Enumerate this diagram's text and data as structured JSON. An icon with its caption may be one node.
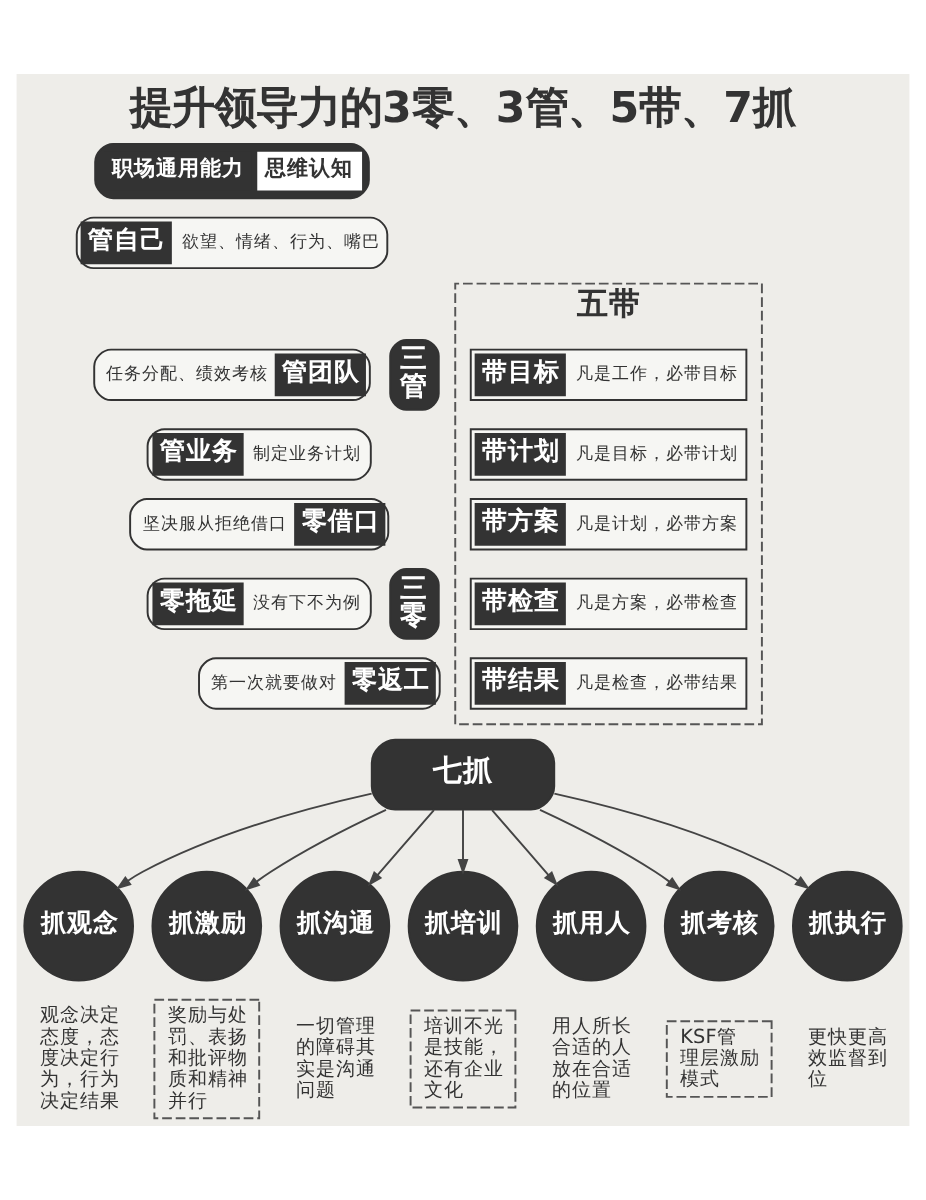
{
  "diagram": {
    "title": "提升领导力的3零、3管、5带、7抓",
    "nodes": [
      {
        "text": [
          "职场通用能力",
          "思维认知"
        ]
      },
      {
        "text": [
          "管自己",
          "欲望、情绪、行为、嘴巴"
        ]
      },
      {
        "text": [
          "任务分配、绩效考核",
          "管团队"
        ]
      },
      {
        "text": [
          "管业务",
          "制定业务计划"
        ]
      },
      {
        "text": [
          "坚决服从拒绝借口",
          "零借口"
        ]
      },
      {
        "text": [
          "零拖延",
          "没有下不为例"
        ]
      },
      {
        "text": [
          "第一次就要做对",
          "零返工"
        ]
      },
      {
        "text": [
          "三管"
        ]
      },
      {
        "text": [
          "三零"
        ]
      },
      {
        "text": [
          "五带"
        ]
      },
      {
        "text": [
          "带目标",
          "凡是工作，必带目标"
        ],
        "in": 9
      },
      {
        "text": [
          "带计划",
          "凡是目标，必带计划"
        ],
        "in": 9
      },
      {
        "text": [
          "带方案",
          "凡是计划，必带方案"
        ],
        "in": 9
      },
      {
        "text": [
          "带检查",
          "凡是方案，必带检查"
        ],
        "in": 9
      },
      {
        "text": [
          "带结果",
          "凡是检查，必带结果"
        ],
        "in": 9
      },
      {
        "text": [
          "七抓"
        ]
      },
      {
        "text": [
          "抓观念"
        ],
        "beside": [
          "观念决定态度，态度决定行为，行为决定结果"
        ]
      },
      {
        "text": [
          "抓激励"
        ]
      },
      {
        "text": [
          "抓沟通"
        ],
        "beside": [
          "一切管理的障碍其实是沟通问题"
        ]
      },
      {
        "text": [
          "抓培训"
        ]
      },
      {
        "text": [
          "抓用人"
        ],
        "beside": [
          "用人所长合适的人放在合适的位置"
        ]
      },
      {
        "text": [
          "抓考核"
        ]
      },
      {
        "text": [
          "抓执行"
        ],
        "beside": [
          "更快更高效监督到位"
        ]
      },
      {
        "text": [
          "奖励与处罚、表扬和批评物质和精神并行"
        ]
      },
      {
        "text": [
          "培训不光是技能，还有企业文化"
        ]
      },
      {
        "text": [
          "KSF管理层激励模式"
        ]
      }
    ],
    "edges": [
      {
        "from": 15,
        "to": 16,
        "arrow": "to"
      },
      {
        "from": 15,
        "to": 17,
        "arrow": "to"
      },
      {
        "from": 15,
        "to": 18,
        "arrow": "to"
      },
      {
        "from": 15,
        "to": 19,
        "arrow": "to"
      },
      {
        "from": 15,
        "to": 20,
        "arrow": "to"
      },
      {
        "from": 15,
        "to": 21,
        "arrow": "to"
      },
      {
        "from": 15,
        "to": 22,
        "arrow": "to"
      }
    ]
  }
}
